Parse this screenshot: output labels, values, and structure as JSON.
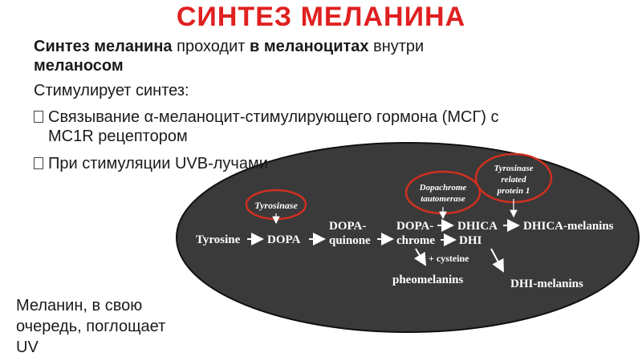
{
  "title": "СИНТЕЗ МЕЛАНИНА",
  "intro": {
    "p1_bold": "Синтез меланина",
    "p1_text1": " проходит ",
    "p1_bold2": "в меланоцитах",
    "p1_text2": " внутри",
    "p1_bold3": "меланосом"
  },
  "stimulates": "Стимулирует синтез:",
  "bullets": [
    {
      "line1": "Связывание α-меланоцит-стимулирующего гормона (МСГ) с",
      "line2": "MC1R рецептором"
    },
    {
      "line1": "При стимуляции UVB-лучами"
    }
  ],
  "bottom_text": {
    "line1": "Меланин, в свою",
    "line2": "очередь, поглощает",
    "line3": "UV"
  },
  "diagram": {
    "background": "#3a3a3a",
    "circle_color": "#d03020",
    "enzymes": {
      "tyrosinase": "Tyrosinase",
      "dopachrome_1": "Dopachrome",
      "dopachrome_2": "tautomerase",
      "trp_1": "Tyrosinase",
      "trp_2": "related",
      "trp_3": "protein 1"
    },
    "nodes": {
      "tyrosine": "Tyrosine",
      "dopa": "DOPA",
      "dopaquinone_1": "DOPA-",
      "dopaquinone_2": "quinone",
      "dopachrome_1": "DOPA-",
      "dopachrome_2": "chrome",
      "dhica": "DHICA",
      "dhica_melanins": "DHICA-melanins",
      "dhi": "DHI",
      "cysteine": "+ cysteine",
      "pheomelanins": "pheomelanins",
      "dhi_melanins": "DHI-melanins"
    }
  }
}
